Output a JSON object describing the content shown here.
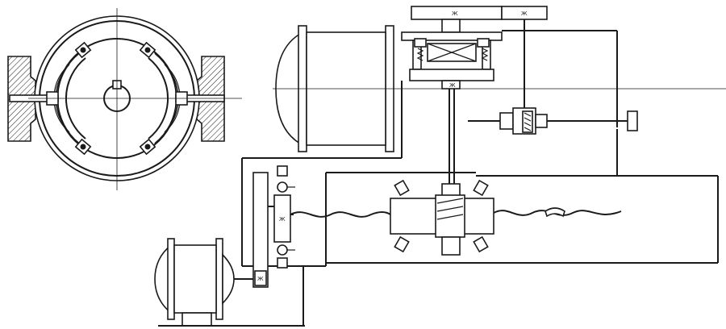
{
  "colors": {
    "ink": "#1a1a1a",
    "paper": "#ffffff"
  },
  "labels": {
    "top_left_mark": "Ж",
    "top_right_mark": "Ж",
    "bracket_mark": "Ж",
    "column_mark": "Ж",
    "left_bar_mark": "Ж"
  }
}
